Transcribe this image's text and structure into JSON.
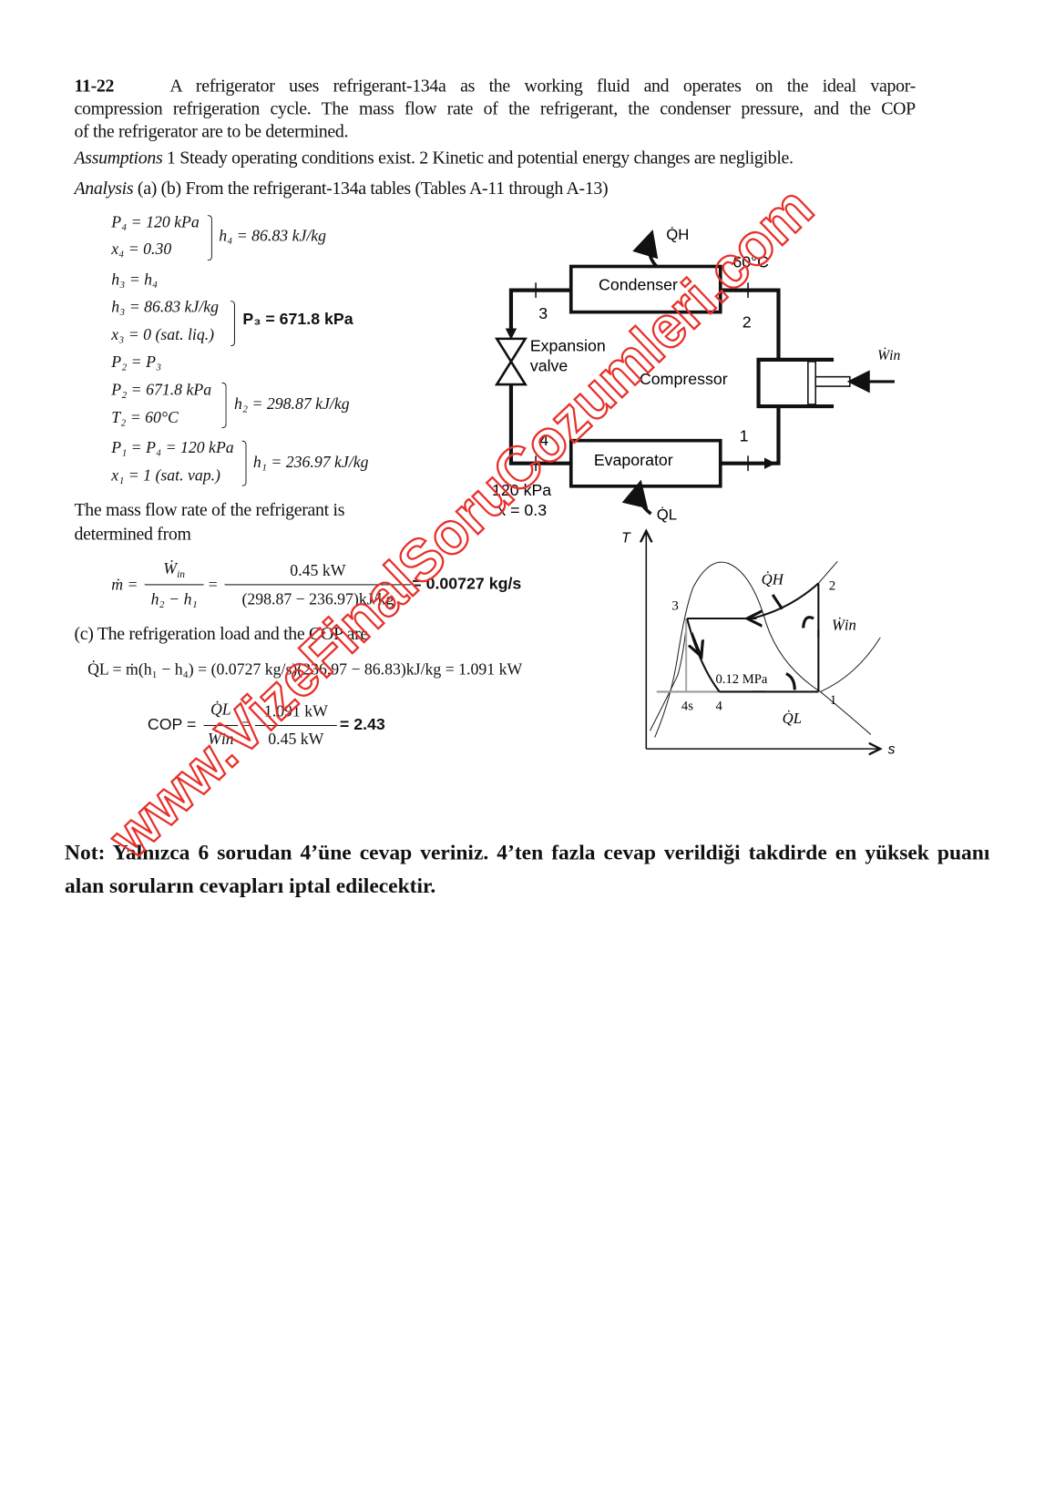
{
  "problem": {
    "number": "11-22",
    "line1": "A refrigerator uses refrigerant-134a as the working fluid and operates on the ideal vapor-",
    "line2": "compression refrigeration cycle. The mass flow rate of the refrigerant, the condenser pressure, and the COP",
    "line3": "of the refrigerator are to be determined.",
    "assumptions_label": "Assumptions",
    "assumptions_text": "1 Steady operating conditions exist. 2 Kinetic and potential energy changes are negligible.",
    "analysis_label": "Analysis",
    "analysis_text": "(a) (b) From the refrigerant-134a tables (Tables A-11 through A-13)"
  },
  "equations": {
    "e1a": "P₄ = 120 kPa",
    "e1b": "x₄ = 0.30",
    "e1r": "h₄ = 86.83 kJ/kg",
    "e2": "h₃ = h₄",
    "e3a": "h₃ = 86.83 kJ/kg",
    "e3b": "x₃ = 0 (sat. liq.)",
    "e3r": "P₃ = 671.8 kPa",
    "e4": "P₂ = P₃",
    "e5a": "P₂ = 671.8 kPa",
    "e5b": "T₂ = 60°C",
    "e5r": "h₂ = 298.87 kJ/kg",
    "e6a": "P₁ = P₄ = 120 kPa",
    "e6b": "x₁ = 1 (sat. vap.)",
    "e6r": "h₁ = 236.97 kJ/kg",
    "mass_text1": "The mass flow rate of the refrigerant is",
    "mass_text2": "determined from",
    "mdot_lhs": "ṁ =",
    "mdot_num1": "Ẇ",
    "mdot_num1_sub": "in",
    "mdot_den1": "h₂ − h₁",
    "mdot_num2": "0.45 kW",
    "mdot_den2": "(298.87 − 236.97)kJ/kg",
    "mdot_result": "= 0.00727 kg/s",
    "eq_sign": "=",
    "part_c": "(c) The refrigeration load and the COP are",
    "ql_eq": "Q̇L = ṁ(h₁ − h₄) = (0.0727 kg/s)(236.97 − 86.83)kJ/kg = 1.091 kW",
    "cop_lhs": "COP =",
    "cop_num1": "Q̇L",
    "cop_den1": "Ẇin",
    "cop_num2": "1.091 kW",
    "cop_den2": "0.45 kW",
    "cop_result": "= 2.43"
  },
  "cycle_diagram": {
    "qh": "Q̇H",
    "temp2": "60°C",
    "condenser": "Condenser",
    "state3": "3",
    "state2": "2",
    "expansion1": "Expansion",
    "expansion2": "valve",
    "compressor": "Compressor",
    "win": "Ẇin",
    "state4": "4",
    "state1": "1",
    "evaporator": "Evaporator",
    "p4": "120 kPa",
    "x4": "x = 0.3",
    "ql": "Q̇L"
  },
  "ts_diagram": {
    "t_axis": "T",
    "s_axis": "s",
    "qh": "Q̇H",
    "win": "Ẇin",
    "pressure": "0.12 MPa",
    "ql": "Q̇L",
    "p1": "1",
    "p2": "2",
    "p3": "3",
    "p4": "4",
    "p4s": "4s"
  },
  "note": {
    "text": "Not: Yalnızca 6 sorudan 4’üne cevap veriniz. 4’ten fazla cevap verildiği takdirde en yüksek puanı alan soruların cevapları iptal edilecektir."
  },
  "watermark": {
    "text": "www.VizeFinalSoruCozumleri.com",
    "color": "#e8302a"
  }
}
